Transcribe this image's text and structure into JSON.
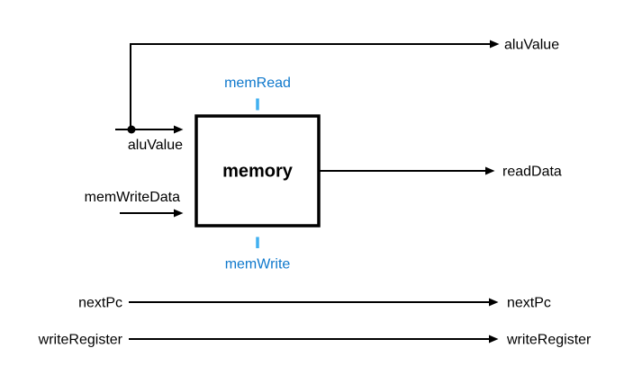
{
  "diagram": {
    "block": {
      "label": "memory"
    },
    "controls": {
      "mem_read": "memRead",
      "mem_write": "memWrite"
    },
    "inputs": {
      "alu_value": "aluValue",
      "mem_write_data": "memWriteData"
    },
    "outputs": {
      "alu_value": "aluValue",
      "read_data": "readData"
    },
    "passthrough": [
      {
        "left": "nextPc",
        "right": "nextPc"
      },
      {
        "left": "writeRegister",
        "right": "writeRegister"
      }
    ],
    "colors": {
      "wire": "#000000",
      "block_border": "#000000",
      "control_text": "#0e78cc",
      "control_tick": "#41b0f0",
      "background": "#ffffff"
    }
  }
}
